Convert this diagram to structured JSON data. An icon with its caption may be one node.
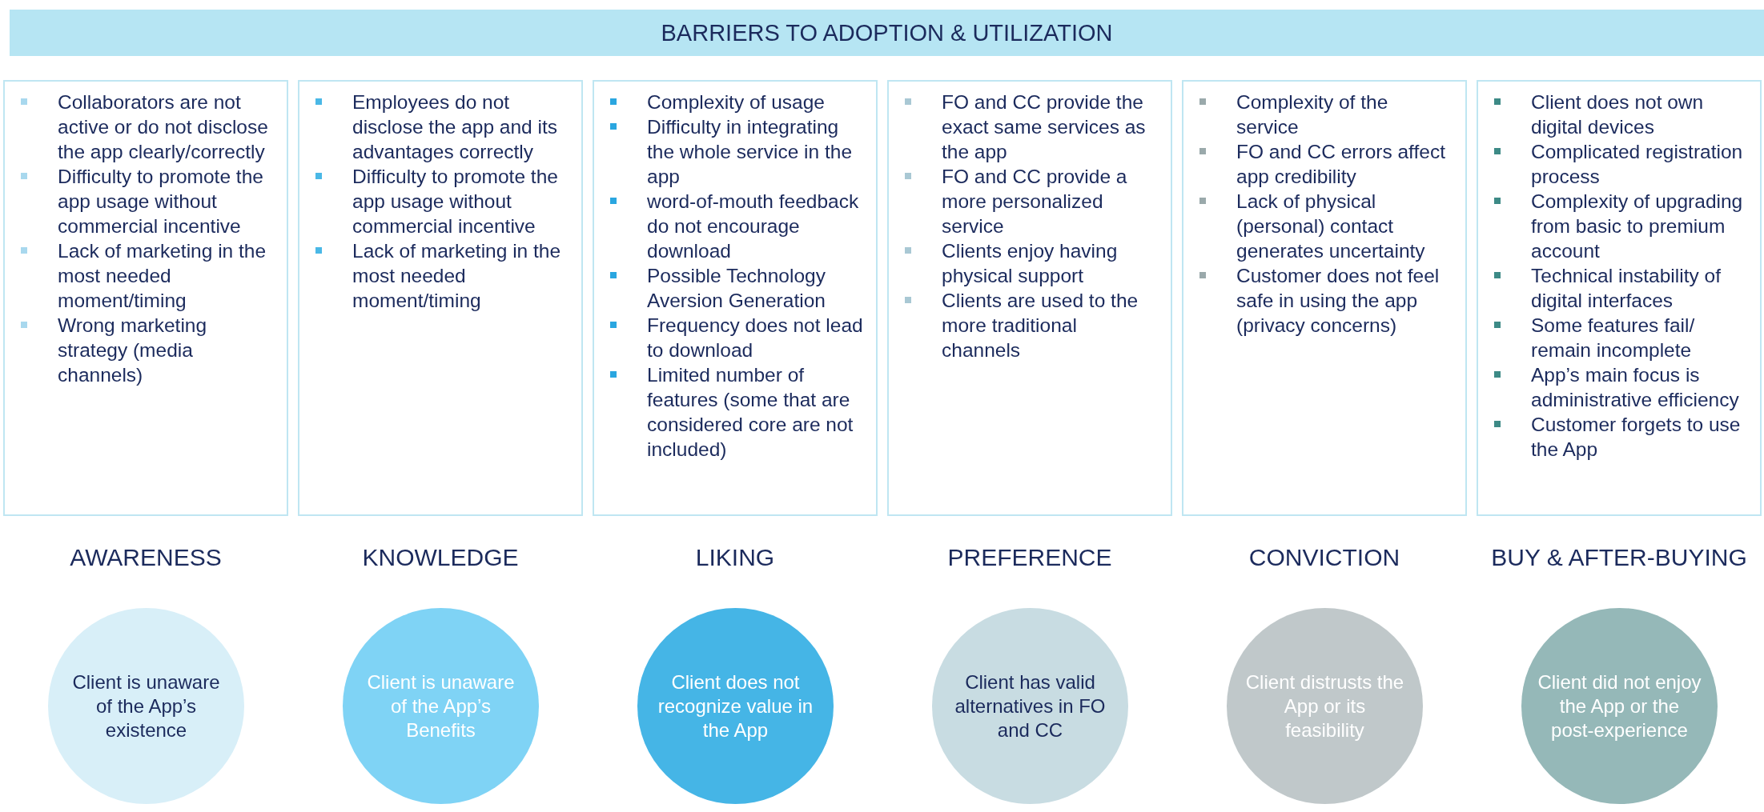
{
  "diagram": {
    "title": "BARRIERS TO ADOPTION & UTILIZATION",
    "nodes": [
      {
        "text": [
          "Collaborators are not active or do not disclose the app clearly/correctly",
          "Difficulty to promote the app usage without commercial incentive",
          "Lack of marketing in the most needed moment/timing",
          "Wrong marketing strategy (media channels)"
        ]
      },
      {
        "text": [
          "Employees do not disclose the app and its advantages correctly",
          "Difficulty to promote the app usage without commercial incentive",
          "Lack of marketing in the most needed moment/timing"
        ]
      },
      {
        "text": [
          "Complexity of usage",
          "Difficulty in integrating the whole service in the app",
          "word-of-mouth feedback do not encourage download",
          "Possible Technology Aversion Generation",
          "Frequency does not lead to download",
          "Limited number of features (some that are considered core are not included)"
        ]
      },
      {
        "text": [
          "FO and CC provide the exact same services as the app",
          "FO and CC provide a more personalized service",
          "Clients enjoy having physical support",
          "Clients are used to the more traditional channels"
        ]
      },
      {
        "text": [
          "Complexity of the service",
          "FO and CC errors affect app credibility",
          "Lack of physical (personal) contact generates uncertainty",
          "Customer does not feel safe in using the app (privacy concerns)"
        ]
      },
      {
        "text": [
          "Client does not own digital devices",
          "Complicated registration process",
          "Complexity of upgrading from basic to premium account",
          "Technical instability of digital interfaces",
          "Some features fail/ remain incomplete",
          "App’s main focus is administrative efficiency",
          "Customer forgets to use the App"
        ]
      },
      {
        "text": [
          "Client is unaware of the App’s existence"
        ],
        "beside": [
          "AWARENESS"
        ]
      },
      {
        "text": [
          "Client is unaware of the App’s Benefits"
        ],
        "beside": [
          "KNOWLEDGE"
        ]
      },
      {
        "text": [
          "Client does not recognize value in the App"
        ],
        "beside": [
          "LIKING"
        ]
      },
      {
        "text": [
          "Client has valid alternatives in FO and CC"
        ],
        "beside": [
          "PREFERENCE"
        ]
      },
      {
        "text": [
          "Client distrusts the App or its feasibility"
        ],
        "beside": [
          "CONVICTION"
        ]
      },
      {
        "text": [
          "Client did not enjoy the App or the post-experience"
        ],
        "beside": [
          "BUY & AFTER-BUYING"
        ]
      }
    ]
  }
}
